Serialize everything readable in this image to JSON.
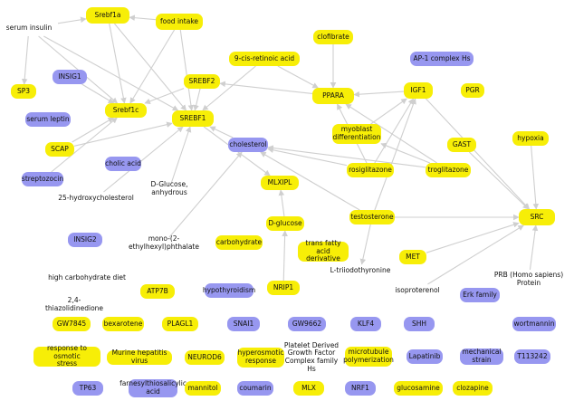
{
  "colors": {
    "gene": "#f7ee07",
    "chemical": "#9797f0",
    "edge": "#cfcfcf"
  },
  "nodes": {
    "serum_insulin": {
      "label": "serum insulin",
      "kind": "gene"
    },
    "srebf1a": {
      "label": "Srebf1a",
      "kind": "gene"
    },
    "food_intake": {
      "label": "food intake",
      "kind": "gene"
    },
    "clofibrate": {
      "label": "clofibrate",
      "kind": "gene"
    },
    "nine_cis": {
      "label": "9-cis-retinoic acid",
      "kind": "gene"
    },
    "ap1": {
      "label": "AP-1 complex Hs",
      "kind": "chemical"
    },
    "sp3": {
      "label": "SP3",
      "kind": "gene"
    },
    "insig1": {
      "label": "INSIG1",
      "kind": "chemical"
    },
    "srebf2": {
      "label": "SREBF2",
      "kind": "gene"
    },
    "ppara": {
      "label": "PPARA",
      "kind": "gene"
    },
    "igf1": {
      "label": "IGF1",
      "kind": "gene"
    },
    "pgr": {
      "label": "PGR",
      "kind": "gene"
    },
    "serum_leptin": {
      "label": "serum leptin",
      "kind": "chemical"
    },
    "srebf1c": {
      "label": "Srebf1c",
      "kind": "gene"
    },
    "srebf1": {
      "label": "SREBF1",
      "kind": "gene"
    },
    "myoblast": {
      "label": "myoblast\ndifferentiation",
      "kind": "gene"
    },
    "scap": {
      "label": "SCAP",
      "kind": "gene"
    },
    "cholesterol": {
      "label": "cholesterol",
      "kind": "chemical"
    },
    "gast": {
      "label": "GAST",
      "kind": "gene"
    },
    "hypoxia": {
      "label": "hypoxia",
      "kind": "gene"
    },
    "cholic": {
      "label": "cholic acid",
      "kind": "chemical"
    },
    "rosiglitazone": {
      "label": "rosiglitazone",
      "kind": "gene"
    },
    "troglitazone": {
      "label": "troglitazone",
      "kind": "gene"
    },
    "streptozocin": {
      "label": "streptozocin",
      "kind": "chemical"
    },
    "dglucose_anh": {
      "label": "D-Glucose, anhydrous",
      "kind": "gene"
    },
    "mlxipl": {
      "label": "MLXIPL",
      "kind": "gene"
    },
    "hydroxychol": {
      "label": "25-hydroxycholesterol",
      "kind": "chemical"
    },
    "testosterone": {
      "label": "testosterone",
      "kind": "gene"
    },
    "src": {
      "label": "SRC",
      "kind": "gene"
    },
    "dglucose": {
      "label": "D-glucose",
      "kind": "gene"
    },
    "insig2": {
      "label": "INSIG2",
      "kind": "chemical"
    },
    "mono_ethyl": {
      "label": "mono-(2-ethylhexyl)phthalate",
      "kind": "gene"
    },
    "carbohydrate": {
      "label": "carbohydrate",
      "kind": "gene"
    },
    "trans_fatty": {
      "label": "trans fatty acid\nderivative",
      "kind": "gene"
    },
    "met": {
      "label": "MET",
      "kind": "gene"
    },
    "ltriiodo": {
      "label": "L-triiodothyronine",
      "kind": "gene"
    },
    "high_carb": {
      "label": "high carbohydrate diet",
      "kind": "gene"
    },
    "prb": {
      "label": "PRB (Homo sapiens)\nProtein",
      "kind": "gene"
    },
    "atp7b": {
      "label": "ATP7B",
      "kind": "gene"
    },
    "hypothyroidism": {
      "label": "hypothyroidism",
      "kind": "chemical"
    },
    "nrip1": {
      "label": "NRIP1",
      "kind": "gene"
    },
    "isoproterenol": {
      "label": "isoproterenol",
      "kind": "chemical"
    },
    "erk": {
      "label": "Erk family",
      "kind": "chemical"
    },
    "thiazolidinedione": {
      "label": "2,4-thiazolidinedione",
      "kind": "gene"
    },
    "gw7845": {
      "label": "GW7845",
      "kind": "gene"
    },
    "bexarotene": {
      "label": "bexarotene",
      "kind": "gene"
    },
    "plagl1": {
      "label": "PLAGL1",
      "kind": "gene"
    },
    "snai1": {
      "label": "SNAI1",
      "kind": "chemical"
    },
    "gw9662": {
      "label": "GW9662",
      "kind": "chemical"
    },
    "klf4": {
      "label": "KLF4",
      "kind": "chemical"
    },
    "shh": {
      "label": "SHH",
      "kind": "chemical"
    },
    "wortmannin": {
      "label": "wortmannin",
      "kind": "chemical"
    },
    "osmotic": {
      "label": "response to osmotic\nstress",
      "kind": "gene"
    },
    "murine": {
      "label": "Murine hepatitis virus",
      "kind": "gene"
    },
    "neurod6": {
      "label": "NEUROD6",
      "kind": "gene"
    },
    "hyperosmotic": {
      "label": "hyperosmotic\nresponse",
      "kind": "gene"
    },
    "pdgf": {
      "label": "Platelet Derived\nGrowth Factor\nComplex family Hs",
      "kind": "gene"
    },
    "microtubule": {
      "label": "microtubule\npolymerization",
      "kind": "gene"
    },
    "lapatinib": {
      "label": "Lapatinib",
      "kind": "chemical"
    },
    "mech_strain": {
      "label": "mechanical strain",
      "kind": "chemical"
    },
    "t113242": {
      "label": "T113242",
      "kind": "chemical"
    },
    "tp63": {
      "label": "TP63",
      "kind": "chemical"
    },
    "farnesyl": {
      "label": "farnesylthiosalicylic\nacid",
      "kind": "chemical"
    },
    "mannitol": {
      "label": "mannitol",
      "kind": "gene"
    },
    "coumarin": {
      "label": "coumarin",
      "kind": "chemical"
    },
    "mlx": {
      "label": "MLX",
      "kind": "gene"
    },
    "nrf1": {
      "label": "NRF1",
      "kind": "chemical"
    },
    "glucosamine": {
      "label": "glucosamine",
      "kind": "gene"
    },
    "clozapine": {
      "label": "clozapine",
      "kind": "gene"
    }
  },
  "edges": [
    [
      "serum_insulin",
      "srebf1a"
    ],
    [
      "food_intake",
      "srebf1a"
    ],
    [
      "serum_insulin",
      "sp3"
    ],
    [
      "serum_insulin",
      "srebf1c"
    ],
    [
      "serum_insulin",
      "srebf1"
    ],
    [
      "srebf1a",
      "srebf1c"
    ],
    [
      "srebf1a",
      "srebf1"
    ],
    [
      "food_intake",
      "srebf1"
    ],
    [
      "food_intake",
      "srebf1c"
    ],
    [
      "insig1",
      "srebf1c"
    ],
    [
      "srebf2",
      "srebf1c"
    ],
    [
      "srebf2",
      "srebf1"
    ],
    [
      "nine_cis",
      "srebf1"
    ],
    [
      "nine_cis",
      "ppara"
    ],
    [
      "clofibrate",
      "ppara"
    ],
    [
      "ppara",
      "srebf2"
    ],
    [
      "scap",
      "srebf1c"
    ],
    [
      "scap",
      "srebf1"
    ],
    [
      "cholesterol",
      "srebf1"
    ],
    [
      "srebf1",
      "mlxipl"
    ],
    [
      "dglucose_anh",
      "srebf1"
    ],
    [
      "hydroxychol",
      "srebf1"
    ],
    [
      "igf1",
      "ppara"
    ],
    [
      "myoblast",
      "igf1"
    ],
    [
      "rosiglitazone",
      "ppara"
    ],
    [
      "rosiglitazone",
      "igf1"
    ],
    [
      "troglitazone",
      "ppara"
    ],
    [
      "troglitazone",
      "myoblast"
    ],
    [
      "testosterone",
      "igf1"
    ],
    [
      "testosterone",
      "ltriiodo"
    ],
    [
      "testosterone",
      "src"
    ],
    [
      "gast",
      "src"
    ],
    [
      "hypoxia",
      "src"
    ],
    [
      "igf1",
      "src"
    ],
    [
      "met",
      "src"
    ],
    [
      "prb",
      "src"
    ],
    [
      "isoproterenol",
      "src"
    ],
    [
      "dglucose",
      "mlxipl"
    ],
    [
      "nrip1",
      "dglucose"
    ],
    [
      "mono_ethyl",
      "cholesterol"
    ],
    [
      "troglitazone",
      "cholesterol"
    ],
    [
      "rosiglitazone",
      "cholesterol"
    ],
    [
      "testosterone",
      "cholesterol"
    ],
    [
      "streptozocin",
      "srebf1c"
    ]
  ]
}
